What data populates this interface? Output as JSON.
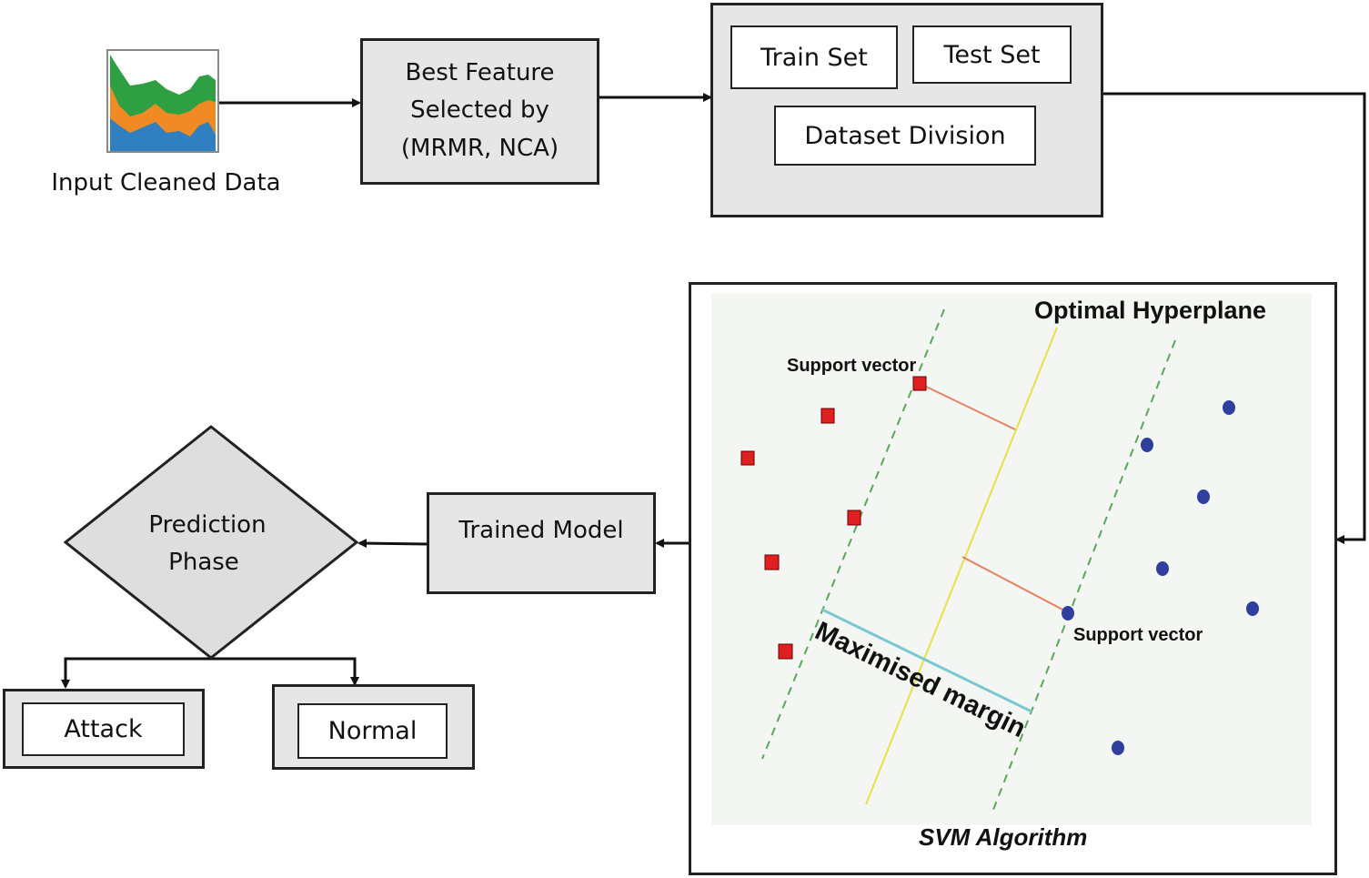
{
  "input": {
    "label": "Input Cleaned Data",
    "icon": "area-chart-icon",
    "colors": {
      "green": "#2ea043",
      "orange": "#f08a24",
      "blue": "#2f7fc1"
    }
  },
  "feature_selection": {
    "line1": "Best Feature",
    "line2": "Selected by",
    "line3": "(MRMR, NCA)"
  },
  "dataset": {
    "train": "Train Set",
    "test": "Test Set",
    "division": "Dataset Division"
  },
  "svm": {
    "hyperplane_label": "Optimal Hyperplane",
    "support_vector_top": "Support vector",
    "support_vector_bottom": "Support vector",
    "margin_label": "Maximised margin",
    "caption": "SVM Algorithm",
    "colors": {
      "square": "#e02020",
      "circle": "#2e3f9e",
      "margin": "#5aa65a",
      "hyperplane": "#e8e04a",
      "distance": "#e88060",
      "margin_bar": "#7cc8d0"
    }
  },
  "trained_model": {
    "label": "Trained Model"
  },
  "prediction": {
    "line1": "Prediction",
    "line2": "Phase"
  },
  "outputs": {
    "attack": "Attack",
    "normal": "Normal"
  }
}
